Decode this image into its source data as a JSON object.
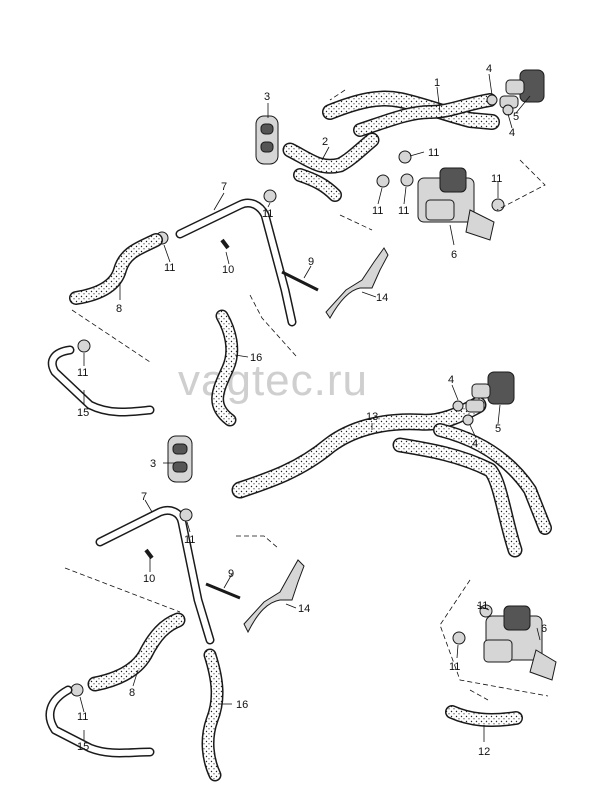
{
  "watermark": "vagtec.ru",
  "callouts_top": [
    "1",
    "2",
    "3",
    "4",
    "4",
    "5",
    "6",
    "7",
    "8",
    "9",
    "11",
    "11",
    "11",
    "11",
    "11",
    "11",
    "10",
    "11",
    "14",
    "15",
    "16"
  ],
  "callouts_bottom": [
    "3",
    "4",
    "4",
    "5",
    "6",
    "7",
    "8",
    "9",
    "10",
    "11",
    "11",
    "11",
    "11",
    "12",
    "13",
    "14",
    "15",
    "16"
  ],
  "labels": {
    "t1": "1",
    "t2": "2",
    "t3": "3",
    "t4a": "4",
    "t4b": "4",
    "t5": "5",
    "t6": "6",
    "t7": "7",
    "t8": "8",
    "t9": "9",
    "t10": "10",
    "t11a": "11",
    "t11b": "11",
    "t11c": "11",
    "t11d": "11",
    "t11e": "11",
    "t11f": "11",
    "t11g": "11",
    "t14": "14",
    "t15": "15",
    "t16": "16",
    "b3": "3",
    "b4a": "4",
    "b4b": "4",
    "b5": "5",
    "b6": "6",
    "b7": "7",
    "b8": "8",
    "b9": "9",
    "b10": "10",
    "b11a": "11",
    "b11b": "11",
    "b11c": "11",
    "b11d": "11",
    "b12": "12",
    "b13": "13",
    "b14": "14",
    "b15": "15",
    "b16": "16"
  }
}
